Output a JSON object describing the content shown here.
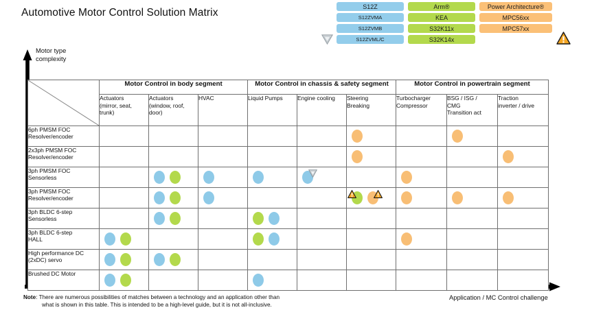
{
  "title": "Automotive Motor Control Solution Matrix",
  "legend": {
    "silver_icon": "silver-down-triangle-icon",
    "warning_icon": "warning-triangle-icon",
    "groups": [
      {
        "name": "s12z-family",
        "color": "#93cdeb",
        "items": [
          "S12Z",
          "S12ZVMA",
          "S12ZVMB",
          "S12ZVML/C"
        ]
      },
      {
        "name": "arm-family",
        "color": "#b3d94c",
        "items": [
          "Arm®",
          "KEA",
          "S32K11x",
          "S32K14x"
        ]
      },
      {
        "name": "power-architecture-family",
        "color": "#fbc077",
        "items": [
          "Power Architecture®",
          "MPC56xx",
          "MPC57xx"
        ]
      }
    ]
  },
  "axes": {
    "y_label": "Motor type\ncomplexity",
    "y_label_line1": "Motor type",
    "y_label_line2": "complexity",
    "x_label": "Application / MC Control challenge"
  },
  "matrix": {
    "segments": [
      {
        "label": "Motor Control in body segment",
        "span": 3
      },
      {
        "label": "Motor Control in chassis & safety segment",
        "span": 3
      },
      {
        "label": "Motor Control in powertrain segment",
        "span": 3
      }
    ],
    "columns": [
      "Actuators (mirror, seat, trunk)",
      "Actuators (window, roof, door)",
      "HVAC",
      "Liquid Pumps",
      "Engine cooling",
      "Steering Breaking",
      "Turbocharger Compressor",
      "BSG / ISG / CMG Transition act",
      "Traction inverter / drive"
    ],
    "rows": [
      {
        "label": "6ph PMSM FOC Resolver/encoder",
        "cells": [
          [],
          [],
          [],
          [],
          [],
          [
            {
              "color": "orange"
            }
          ],
          [],
          [
            {
              "color": "orange"
            }
          ],
          []
        ]
      },
      {
        "label": "2x3ph PMSM FOC Resolver/encoder",
        "cells": [
          [],
          [],
          [],
          [],
          [],
          [
            {
              "color": "orange"
            }
          ],
          [],
          [],
          [
            {
              "color": "orange"
            }
          ]
        ]
      },
      {
        "label": "3ph PMSM FOC Sensorless",
        "cells": [
          [],
          [
            {
              "color": "blue"
            },
            {
              "color": "green"
            }
          ],
          [
            {
              "color": "blue"
            }
          ],
          [
            {
              "color": "blue"
            }
          ],
          [
            {
              "color": "blue",
              "badge": "silver",
              "badge_side": "right"
            }
          ],
          [],
          [
            {
              "color": "orange"
            }
          ],
          [],
          []
        ]
      },
      {
        "label": "3ph PMSM FOC Resolver/encoder",
        "cells": [
          [],
          [
            {
              "color": "blue"
            },
            {
              "color": "green"
            }
          ],
          [
            {
              "color": "blue"
            }
          ],
          [],
          [],
          [
            {
              "color": "green",
              "badge": "warning",
              "badge_side": "left"
            },
            {
              "color": "orange",
              "badge": "warning",
              "badge_side": "right"
            }
          ],
          [
            {
              "color": "orange"
            }
          ],
          [
            {
              "color": "orange"
            }
          ],
          [
            {
              "color": "orange"
            }
          ]
        ]
      },
      {
        "label": "3ph BLDC 6-step Sensorless",
        "cells": [
          [],
          [
            {
              "color": "blue"
            },
            {
              "color": "green"
            }
          ],
          [],
          [
            {
              "color": "green"
            },
            {
              "color": "blue"
            }
          ],
          [],
          [],
          [],
          [],
          []
        ]
      },
      {
        "label": "3ph BLDC 6-step HALL",
        "cells": [
          [
            {
              "color": "blue"
            },
            {
              "color": "green"
            }
          ],
          [],
          [],
          [
            {
              "color": "green"
            },
            {
              "color": "blue"
            }
          ],
          [],
          [],
          [
            {
              "color": "orange"
            }
          ],
          [],
          []
        ]
      },
      {
        "label": "High performance DC (2xDC) servo",
        "cells": [
          [
            {
              "color": "blue"
            },
            {
              "color": "green"
            }
          ],
          [
            {
              "color": "blue"
            },
            {
              "color": "green"
            }
          ],
          [],
          [],
          [],
          [],
          [],
          [],
          []
        ]
      },
      {
        "label": "Brushed DC Motor",
        "cells": [
          [
            {
              "color": "blue"
            },
            {
              "color": "green"
            }
          ],
          [],
          [],
          [
            {
              "color": "blue"
            }
          ],
          [],
          [],
          [],
          [],
          []
        ]
      }
    ]
  },
  "note": {
    "label": "Note",
    "line1": ": There are numerous possibilities of matches between a technology and an application other than",
    "line2": "what is shown in this table. This is intended to be a high-level guide, but it is not all-inclusive."
  },
  "colors": {
    "blue": "#8ecae8",
    "green": "#b3d94c",
    "orange": "#f8be75",
    "grid": "#6f6f6f"
  }
}
